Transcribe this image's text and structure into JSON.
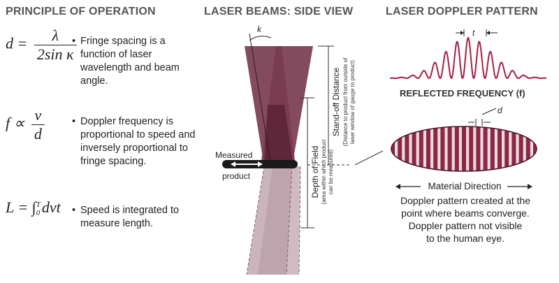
{
  "headings": {
    "left": "PRINCIPLE OF OPERATION",
    "middle": "LASER BEAMS: SIDE VIEW",
    "right": "LASER DOPPLER PATTERN"
  },
  "principles": [
    {
      "lhs": "d =",
      "numerator": "λ",
      "denominator": "2sin κ",
      "text": "Fringe spacing is a function of laser wavelength and beam angle."
    },
    {
      "lhs": "f ∝",
      "numerator": "v",
      "denominator": "d",
      "text": "Doppler frequency is proportional to speed and inversely proportional to fringe spacing."
    },
    {
      "lhs": "L = ∫",
      "upper": "T",
      "lower": "0",
      "integrand": "dvt",
      "text": "Speed is integrated to measure length."
    }
  ],
  "side_view": {
    "angle_label": "k",
    "measured_product": [
      "Measured",
      "product"
    ],
    "standoff_label": "Stand-off Distance",
    "standoff_sub": [
      "(Distance to product from outside of",
      "laser window of gauge to product)"
    ],
    "depth_label": "Depth of Field",
    "depth_sub": [
      "(area within which product",
      "can be measured)"
    ]
  },
  "doppler": {
    "period_label": "t",
    "reflected_label": "REFLECTED FREQUENCY (f)",
    "fringe_label": "d",
    "direction_label": "Material Direction",
    "caption": [
      "Doppler pattern created at the",
      "point where beams converge.",
      "Doppler pattern not visible",
      "to the human eye."
    ]
  },
  "colors": {
    "beam": "#7a3b4f",
    "beam_dark": "#4a1426",
    "beam_faded": "#c7b0b8",
    "signal": "#a61e44",
    "ellipse": "#8a2846",
    "product_bar": "#1a1a1a"
  }
}
